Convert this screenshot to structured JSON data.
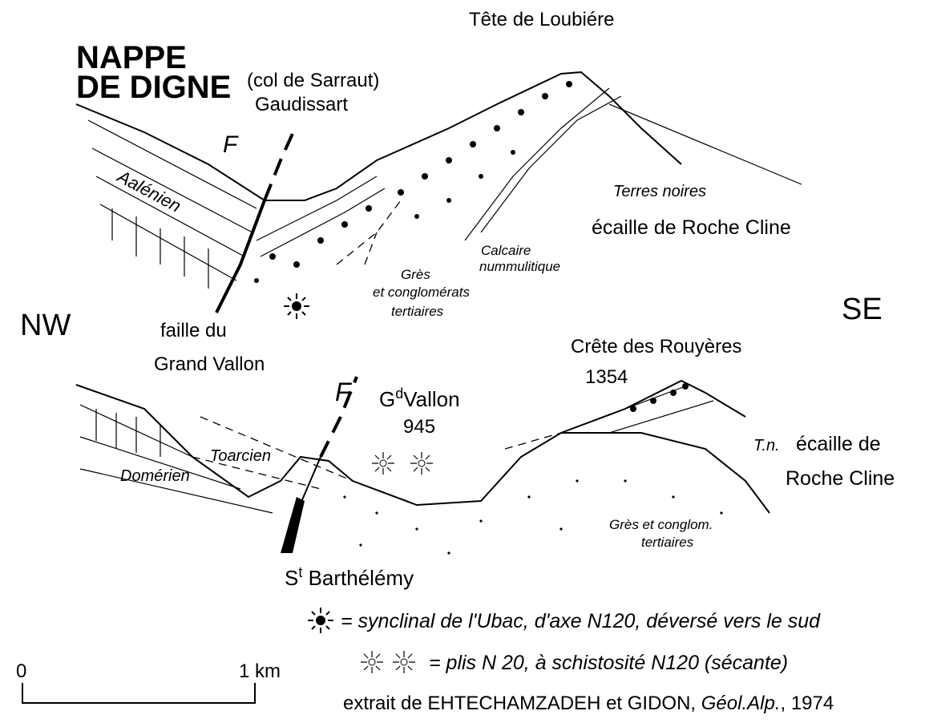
{
  "title": {
    "line1": "NAPPE",
    "line2": "DE DIGNE"
  },
  "orientation": {
    "left": "NW",
    "right": "SE"
  },
  "upper_section": {
    "pass_name": "(col de Sarraut)",
    "pass_place": "Gaudissart",
    "summit": "Tête de Loubiére",
    "fault_letter": "F",
    "units": {
      "aalenien": "Aalénien",
      "terres_noires": "Terres noires",
      "ecaille": "écaille de Roche Cline",
      "calcaire_1": "Calcaire",
      "calcaire_2": "nummulitique",
      "gres_1": "Grès",
      "gres_2": "et conglomérats",
      "gres_3": "tertiaires"
    },
    "fault_name_1": "faille du",
    "fault_name_2": "Grand Vallon"
  },
  "lower_section": {
    "summit": "Crête des Rouyères",
    "summit_elevation": "1354",
    "fault_letter": "F",
    "place_prefix": "G",
    "place_sup": "d",
    "place_name": "Vallon",
    "place_elevation": "945",
    "village_prefix": "S",
    "village_sup": "t",
    "village_name": " Barthélémy",
    "units": {
      "toarcien": "Toarcien",
      "domerien": "Domérien",
      "tn": "T.n.",
      "ecaille_1": "écaille de",
      "ecaille_2": "Roche Cline",
      "gres_1": "Grès et conglom.",
      "gres_2": "tertiaires"
    }
  },
  "legend": {
    "item1": "= synclinal de l'Ubac, d'axe N120, déversé vers le sud",
    "item2": "= plis N 20, à schistosité N120 (sécante)"
  },
  "scale": {
    "start": "0",
    "end": "1 km"
  },
  "citation": {
    "prefix": "extrait de EHTECHAMZADEH et GIDON, ",
    "journal": "Géol.Alp.",
    "year": ", 1974"
  }
}
